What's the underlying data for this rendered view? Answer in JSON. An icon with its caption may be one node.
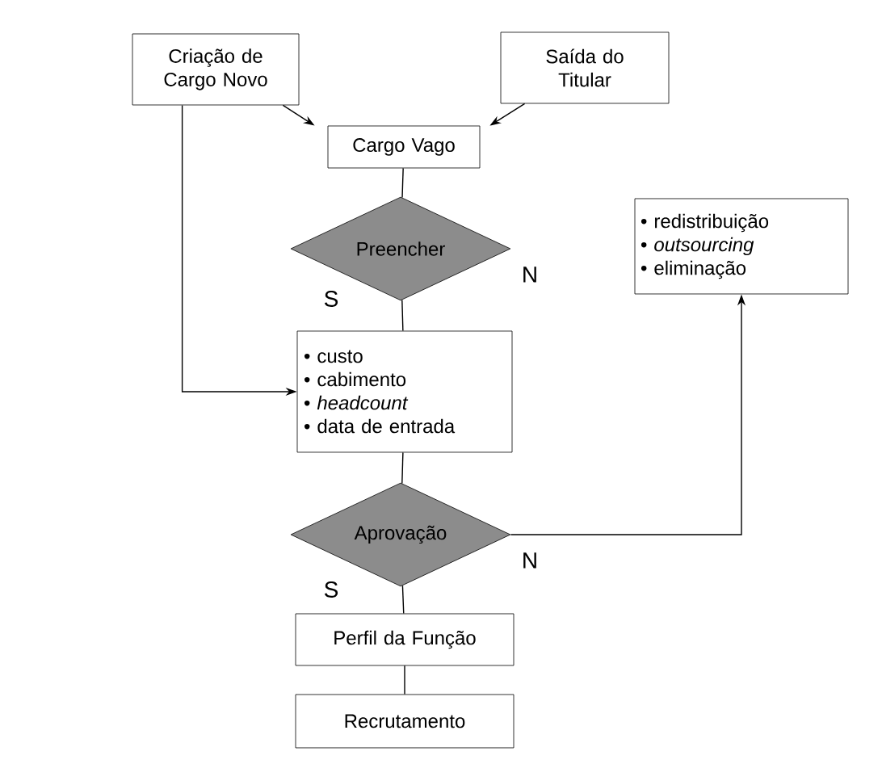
{
  "diagram": {
    "nodes": [
      {
        "text": [
          "Criação de Cargo Novo"
        ]
      },
      {
        "text": [
          "Saída do Titular"
        ]
      },
      {
        "text": [
          "Cargo Vago"
        ]
      },
      {
        "text": [
          "Preencher"
        ]
      },
      {
        "text": [
          "• redistribuição",
          "• *outsourcing*",
          "• eliminação"
        ]
      },
      {
        "text": [
          "• custo",
          "• cabimento",
          "• *headcount*",
          "• data de entrada"
        ]
      },
      {
        "text": [
          "Aprovação"
        ]
      },
      {
        "text": [
          "Perfil da Função"
        ]
      },
      {
        "text": [
          "Recrutamento"
        ]
      }
    ],
    "edges": [
      {
        "from": 0,
        "to": 2,
        "arrow": "to"
      },
      {
        "from": 1,
        "to": 2,
        "arrow": "to"
      },
      {
        "from": 0,
        "to": 5,
        "arrow": "to"
      },
      {
        "from": 2,
        "to": 3,
        "arrow": "none"
      },
      {
        "from": 3,
        "to": 5,
        "arrow": "none",
        "label": "S"
      },
      {
        "from": 5,
        "to": 6,
        "arrow": "none"
      },
      {
        "from": 6,
        "to": 4,
        "arrow": "to",
        "label": "N"
      },
      {
        "from": 6,
        "to": 7,
        "arrow": "none",
        "label": "S"
      },
      {
        "from": 7,
        "to": 8,
        "arrow": "none"
      }
    ],
    "labels": [
      "N"
    ]
  }
}
